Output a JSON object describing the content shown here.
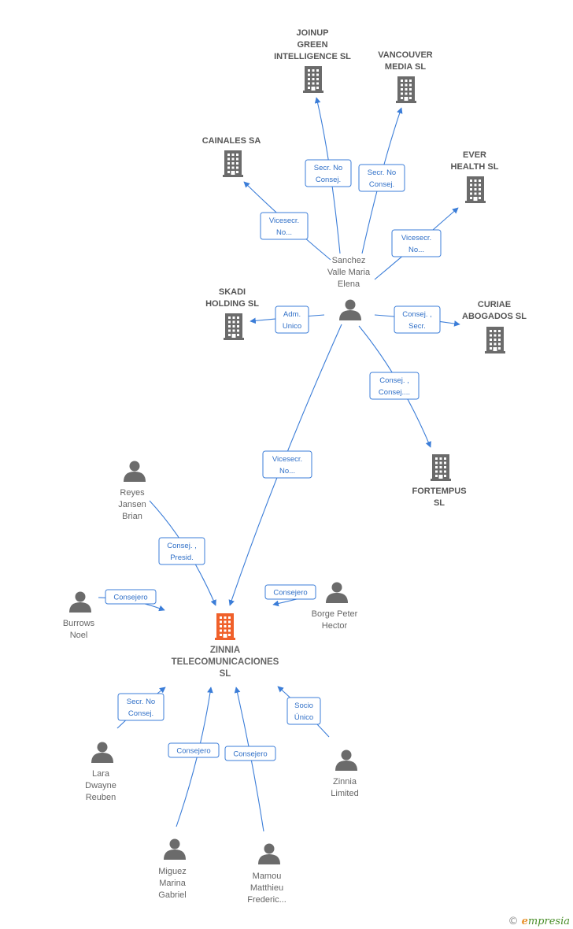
{
  "nodes": [
    {
      "id": "zinnia",
      "type": "company",
      "center": true,
      "lines": [
        "ZINNIA",
        "TELECOMUNICACIONES",
        "SL"
      ],
      "color": "#f0602a"
    },
    {
      "id": "sanchez",
      "type": "person",
      "lines": [
        "Sanchez",
        "Valle Maria",
        "Elena"
      ]
    },
    {
      "id": "joinup",
      "type": "company",
      "lines": [
        "JOINUP",
        "GREEN",
        "INTELLIGENCE SL"
      ]
    },
    {
      "id": "vancouver",
      "type": "company",
      "lines": [
        "VANCOUVER",
        "MEDIA  SL"
      ]
    },
    {
      "id": "cainales",
      "type": "company",
      "lines": [
        "CAINALES SA"
      ]
    },
    {
      "id": "ever",
      "type": "company",
      "lines": [
        "EVER",
        "HEALTH  SL"
      ]
    },
    {
      "id": "skadi",
      "type": "company",
      "lines": [
        "SKADI",
        "HOLDING  SL"
      ]
    },
    {
      "id": "curiae",
      "type": "company",
      "lines": [
        "CURIAE",
        "ABOGADOS  SL"
      ]
    },
    {
      "id": "fortempus",
      "type": "company",
      "lines": [
        "FORTEMPUS",
        "SL"
      ]
    },
    {
      "id": "reyes",
      "type": "person",
      "lines": [
        "Reyes",
        "Jansen",
        "Brian"
      ]
    },
    {
      "id": "burrows",
      "type": "person",
      "lines": [
        "Burrows",
        "Noel"
      ]
    },
    {
      "id": "borge",
      "type": "person",
      "lines": [
        "Borge Peter",
        "Hector"
      ]
    },
    {
      "id": "lara",
      "type": "person",
      "lines": [
        "Lara",
        "Dwayne",
        "Reuben"
      ]
    },
    {
      "id": "zinnialtd",
      "type": "person",
      "lines": [
        "Zinnia",
        "Limited"
      ]
    },
    {
      "id": "miguez",
      "type": "person",
      "lines": [
        "Miguez",
        "Marina",
        "Gabriel"
      ]
    },
    {
      "id": "mamou",
      "type": "person",
      "lines": [
        "Mamou",
        "Matthieu",
        "Frederic..."
      ]
    }
  ],
  "edges": [
    {
      "id": "e-joinup",
      "label": [
        "Secr.  No",
        "Consej."
      ]
    },
    {
      "id": "e-vancouver",
      "label": [
        "Secr.  No",
        "Consej."
      ]
    },
    {
      "id": "e-cainales",
      "label": [
        "Vicesecr.",
        "No..."
      ]
    },
    {
      "id": "e-ever",
      "label": [
        "Vicesecr.",
        "No..."
      ]
    },
    {
      "id": "e-skadi",
      "label": [
        "Adm.",
        "Unico"
      ]
    },
    {
      "id": "e-curiae",
      "label": [
        "Consej. ,",
        "Secr."
      ]
    },
    {
      "id": "e-fortempus",
      "label": [
        "Consej. ,",
        "Consej...."
      ]
    },
    {
      "id": "e-sanchez-zinnia",
      "label": [
        "Vicesecr.",
        "No..."
      ]
    },
    {
      "id": "e-reyes",
      "label": [
        "Consej. ,",
        "Presid."
      ]
    },
    {
      "id": "e-burrows",
      "label": [
        "Consejero"
      ]
    },
    {
      "id": "e-borge",
      "label": [
        "Consejero"
      ]
    },
    {
      "id": "e-lara",
      "label": [
        "Secr.  No",
        "Consej."
      ]
    },
    {
      "id": "e-zinnialtd",
      "label": [
        "Socio",
        "Único"
      ]
    },
    {
      "id": "e-miguez",
      "label": [
        "Consejero"
      ]
    },
    {
      "id": "e-mamou",
      "label": [
        "Consejero"
      ]
    }
  ],
  "colors": {
    "edge": "#3b7dd8",
    "company_icon": "#6b6b6b",
    "person_icon": "#6b6b6b",
    "center_icon": "#f0602a"
  },
  "watermark": {
    "copyright": "©",
    "brand_e": "e",
    "brand_rest": "mpresia"
  }
}
